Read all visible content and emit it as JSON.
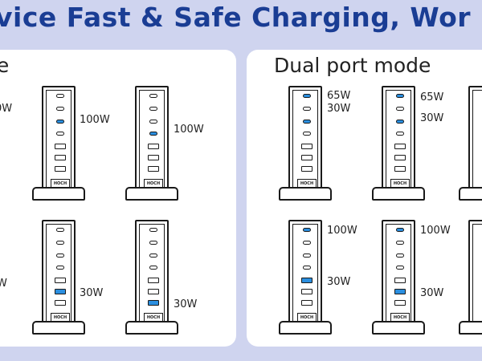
{
  "headline": "vice Fast & Safe Charging, Wor",
  "panels": {
    "left": {
      "title": "de"
    },
    "right": {
      "title": "Dual port mode"
    }
  },
  "logo_text": "HOCH",
  "labels": {
    "l_edge_top": "0W",
    "l_edge_bottom": "W",
    "l1_100": "100W",
    "l2_100": "100W",
    "l3_30": "30W",
    "l4_30": "30W",
    "r1_65": "65W",
    "r1_30": "30W",
    "r2_65": "65W",
    "r2_30": "30W",
    "r3_100": "100W",
    "r3_30": "30W",
    "r4_100": "100W",
    "r4_30": "30W"
  },
  "colors": {
    "accent_port": "#2b8fe0",
    "headline": "#1a3d94",
    "background": "#cfd4ef"
  }
}
